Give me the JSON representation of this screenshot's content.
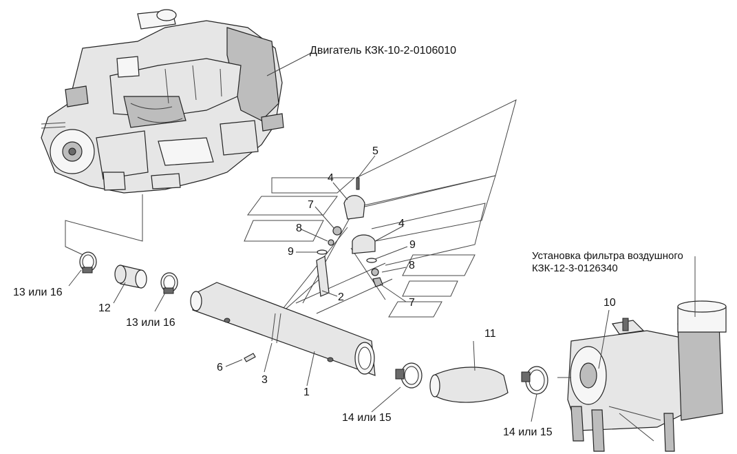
{
  "labels": {
    "engine": "Двигатель КЗК-10-2-0106010",
    "filter_line1": "Установка фильтра воздушного",
    "filter_line2": "КЗК-12-3-0126340",
    "p1": "1",
    "p2": "2",
    "p3": "3",
    "p4a": "4",
    "p4b": "4",
    "p5": "5",
    "p6": "6",
    "p7a": "7",
    "p7b": "7",
    "p8a": "8",
    "p8b": "8",
    "p9a": "9",
    "p9b": "9",
    "p10": "10",
    "p11": "11",
    "p12": "12",
    "p13a": "13 или 16",
    "p13b": "13 или 16",
    "p14a": "14 или 15",
    "p14b": "14 или 15"
  }
}
